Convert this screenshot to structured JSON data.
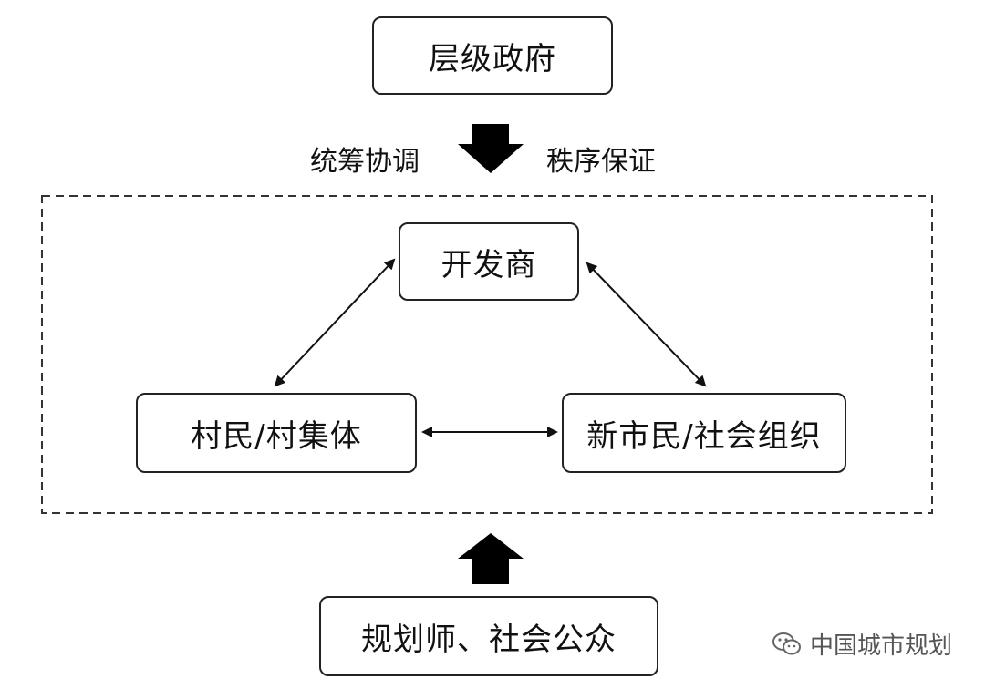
{
  "nodes": {
    "government": "层级政府",
    "developer": "开发商",
    "villagers": "村民/村集体",
    "new_residents": "新市民/社会组织",
    "planners": "规划师、社会公众"
  },
  "labels": {
    "coordinate": "统筹协调",
    "order": "秩序保证"
  },
  "watermark": {
    "text": "中国城市规划",
    "icon": "wechat-icon"
  },
  "colors": {
    "line": "#222222",
    "arrow_fill": "#000000",
    "watermark": "#555555"
  }
}
